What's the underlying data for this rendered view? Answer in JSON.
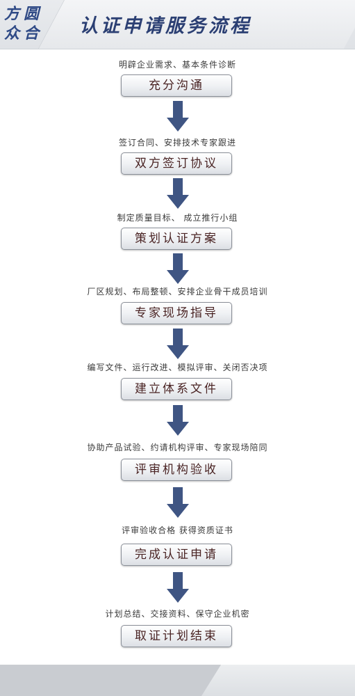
{
  "header": {
    "logo_line1": "方圆",
    "logo_line2": "众合",
    "title": "认证申请服务流程"
  },
  "colors": {
    "title": "#2b3f73",
    "logo": "#2f4a86",
    "arrow": "#3f5583",
    "step_text": "#4a2424",
    "step_border": "#8a8f98"
  },
  "steps": [
    {
      "desc": "明辟企业需求、基本条件诊断",
      "label": "充分沟通"
    },
    {
      "desc": "签订合同、安排技术专家跟进",
      "label": "双方签订协议"
    },
    {
      "desc": "制定质量目标、 成立推行小组",
      "label": "策划认证方案"
    },
    {
      "desc": "厂区规划、布局整顿、安排企业骨干成员培训",
      "label": "专家现场指导"
    },
    {
      "desc": "编写文件、运行改进、模拟评审、关闭否决项",
      "label": "建立体系文件"
    },
    {
      "desc": "协助产品试验、约请机构评审、专家现场陪同",
      "label": "评审机构验收"
    },
    {
      "desc": "评审验收合格 获得资质证书",
      "label": "完成认证申请"
    },
    {
      "desc": "计划总结、交接资料、保守企业机密",
      "label": "取证计划结束"
    }
  ],
  "arrow_icon": "down-arrow-icon"
}
